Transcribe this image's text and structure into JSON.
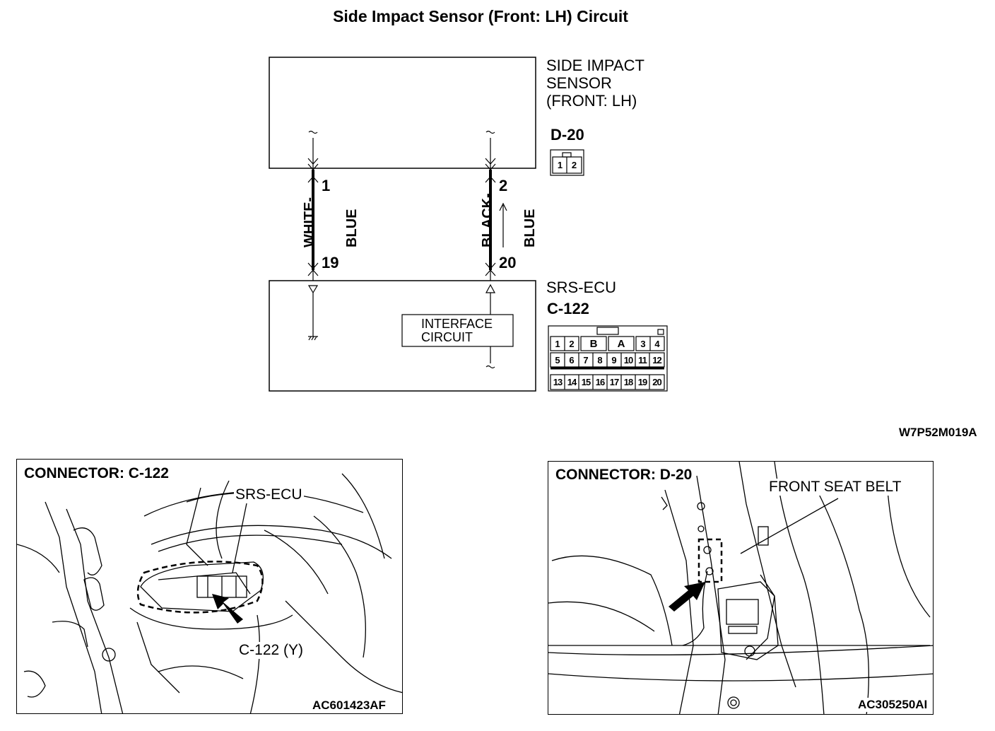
{
  "title": "Side Impact Sensor (Front: LH) Circuit",
  "sensor": {
    "name_lines": [
      "SIDE IMPACT",
      "SENSOR",
      "(FRONT: LH)"
    ],
    "connector": "D-20",
    "connector_pins": [
      "1",
      "2"
    ]
  },
  "ecu": {
    "name": "SRS-ECU",
    "connector": "C-122",
    "interface_lines": [
      "INTERFACE",
      "CIRCUIT"
    ],
    "connector_grid": {
      "row1": [
        "1",
        "2",
        "B",
        "A",
        "3",
        "4"
      ],
      "row2": [
        "5",
        "6",
        "7",
        "8",
        "9",
        "10",
        "11",
        "12"
      ],
      "row3": [
        "13",
        "14",
        "15",
        "16",
        "17",
        "18",
        "19",
        "20"
      ]
    }
  },
  "wires": [
    {
      "color_lines": [
        "WHITE-",
        "BLUE"
      ],
      "sensor_pin": "1",
      "ecu_pin": "19"
    },
    {
      "color_lines": [
        "BLACK-",
        "BLUE"
      ],
      "sensor_pin": "2",
      "ecu_pin": "20"
    }
  ],
  "figure_id": "W7P52M019A",
  "panels": [
    {
      "title": "CONNECTOR: C-122",
      "callouts": [
        "SRS-ECU",
        "C-122 (Y)"
      ],
      "ref": "AC601423AF"
    },
    {
      "title": "CONNECTOR: D-20",
      "callouts": [
        "FRONT SEAT BELT"
      ],
      "ref": "AC305250AI"
    }
  ]
}
